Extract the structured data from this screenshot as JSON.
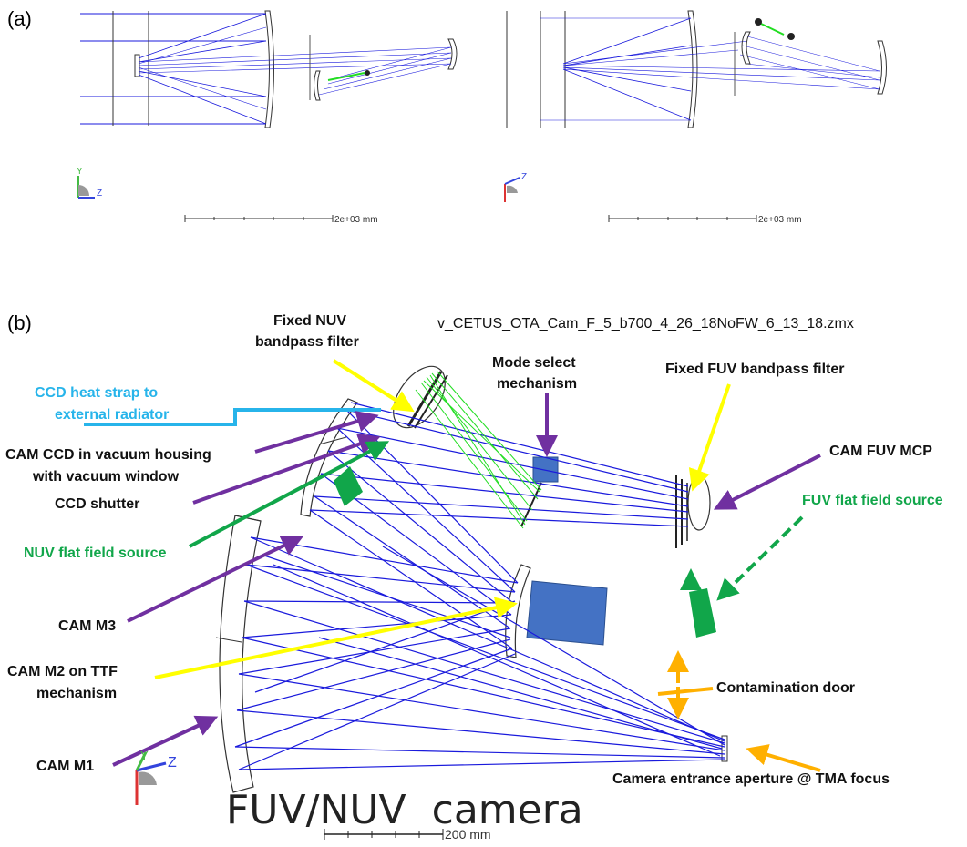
{
  "panel_a": {
    "label": "(a)",
    "scale_bar_left": "2e+03 mm",
    "scale_bar_right": "2e+03 mm",
    "axes_left": {
      "y": "Y",
      "z": "Z"
    },
    "axes_right": {
      "z": "Z"
    }
  },
  "panel_b": {
    "label": "(b)",
    "filename": "v_CETUS_OTA_Cam_F_5_b700_4_26_18NoFW_6_13_18.zmx",
    "title": "FUV/NUV  camera",
    "scale_bar": "200 mm",
    "axes": {
      "y": "Y",
      "z": "Z"
    },
    "labels": {
      "fixed_nuv_line1": "Fixed NUV",
      "fixed_nuv_line2": "bandpass filter",
      "mode_select_line1": "Mode select",
      "mode_select_line2": "mechanism",
      "fixed_fuv": "Fixed FUV bandpass filter",
      "ccd_heat_line1": "CCD heat strap to",
      "ccd_heat_line2": "external radiator",
      "cam_ccd_line1": "CAM CCD in vacuum housing",
      "cam_ccd_line2": "with vacuum window",
      "ccd_shutter": "CCD shutter",
      "cam_fuv_mcp": "CAM FUV MCP",
      "fuv_flat_field": "FUV flat field source",
      "nuv_flat_field": "NUV flat field source",
      "cam_m3": "CAM M3",
      "cam_m2_line1": "CAM M2 on TTF",
      "cam_m2_line2": "mechanism",
      "contamination_door": "Contamination door",
      "cam_m1": "CAM M1",
      "camera_entrance": "Camera entrance aperture @ TMA focus"
    }
  },
  "colors": {
    "ray_blue": "#1a1adc",
    "ray_green": "#22dd22",
    "arrow_purple": "#7030a0",
    "arrow_yellow": "#ffff00",
    "arrow_green": "#11a64a",
    "arrow_orange": "#ffb000",
    "strap_cyan": "#27b4ea",
    "block_blue": "#4472c4"
  }
}
